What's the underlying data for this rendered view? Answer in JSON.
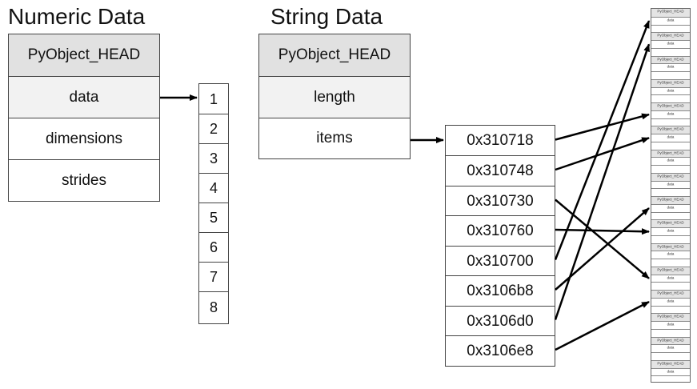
{
  "numeric": {
    "title": "Numeric Data",
    "fields": [
      "PyObject_HEAD",
      "data",
      "dimensions",
      "strides"
    ],
    "values": [
      "1",
      "2",
      "3",
      "4",
      "5",
      "6",
      "7",
      "8"
    ]
  },
  "string": {
    "title": "String Data",
    "fields": [
      "PyObject_HEAD",
      "length",
      "items"
    ],
    "addresses": [
      "0x310718",
      "0x310748",
      "0x310730",
      "0x310760",
      "0x310700",
      "0x3106b8",
      "0x3106d0",
      "0x3106e8"
    ]
  },
  "memory": {
    "object_header_label": "PyObject_HEAD",
    "data_label": "data",
    "pointer_targets": [
      4,
      5,
      11,
      9,
      0,
      8,
      1,
      12
    ]
  },
  "colors": {
    "header_fill": "#e1e1e1",
    "selected_fill": "#f2f2f2",
    "line": "#000000"
  }
}
